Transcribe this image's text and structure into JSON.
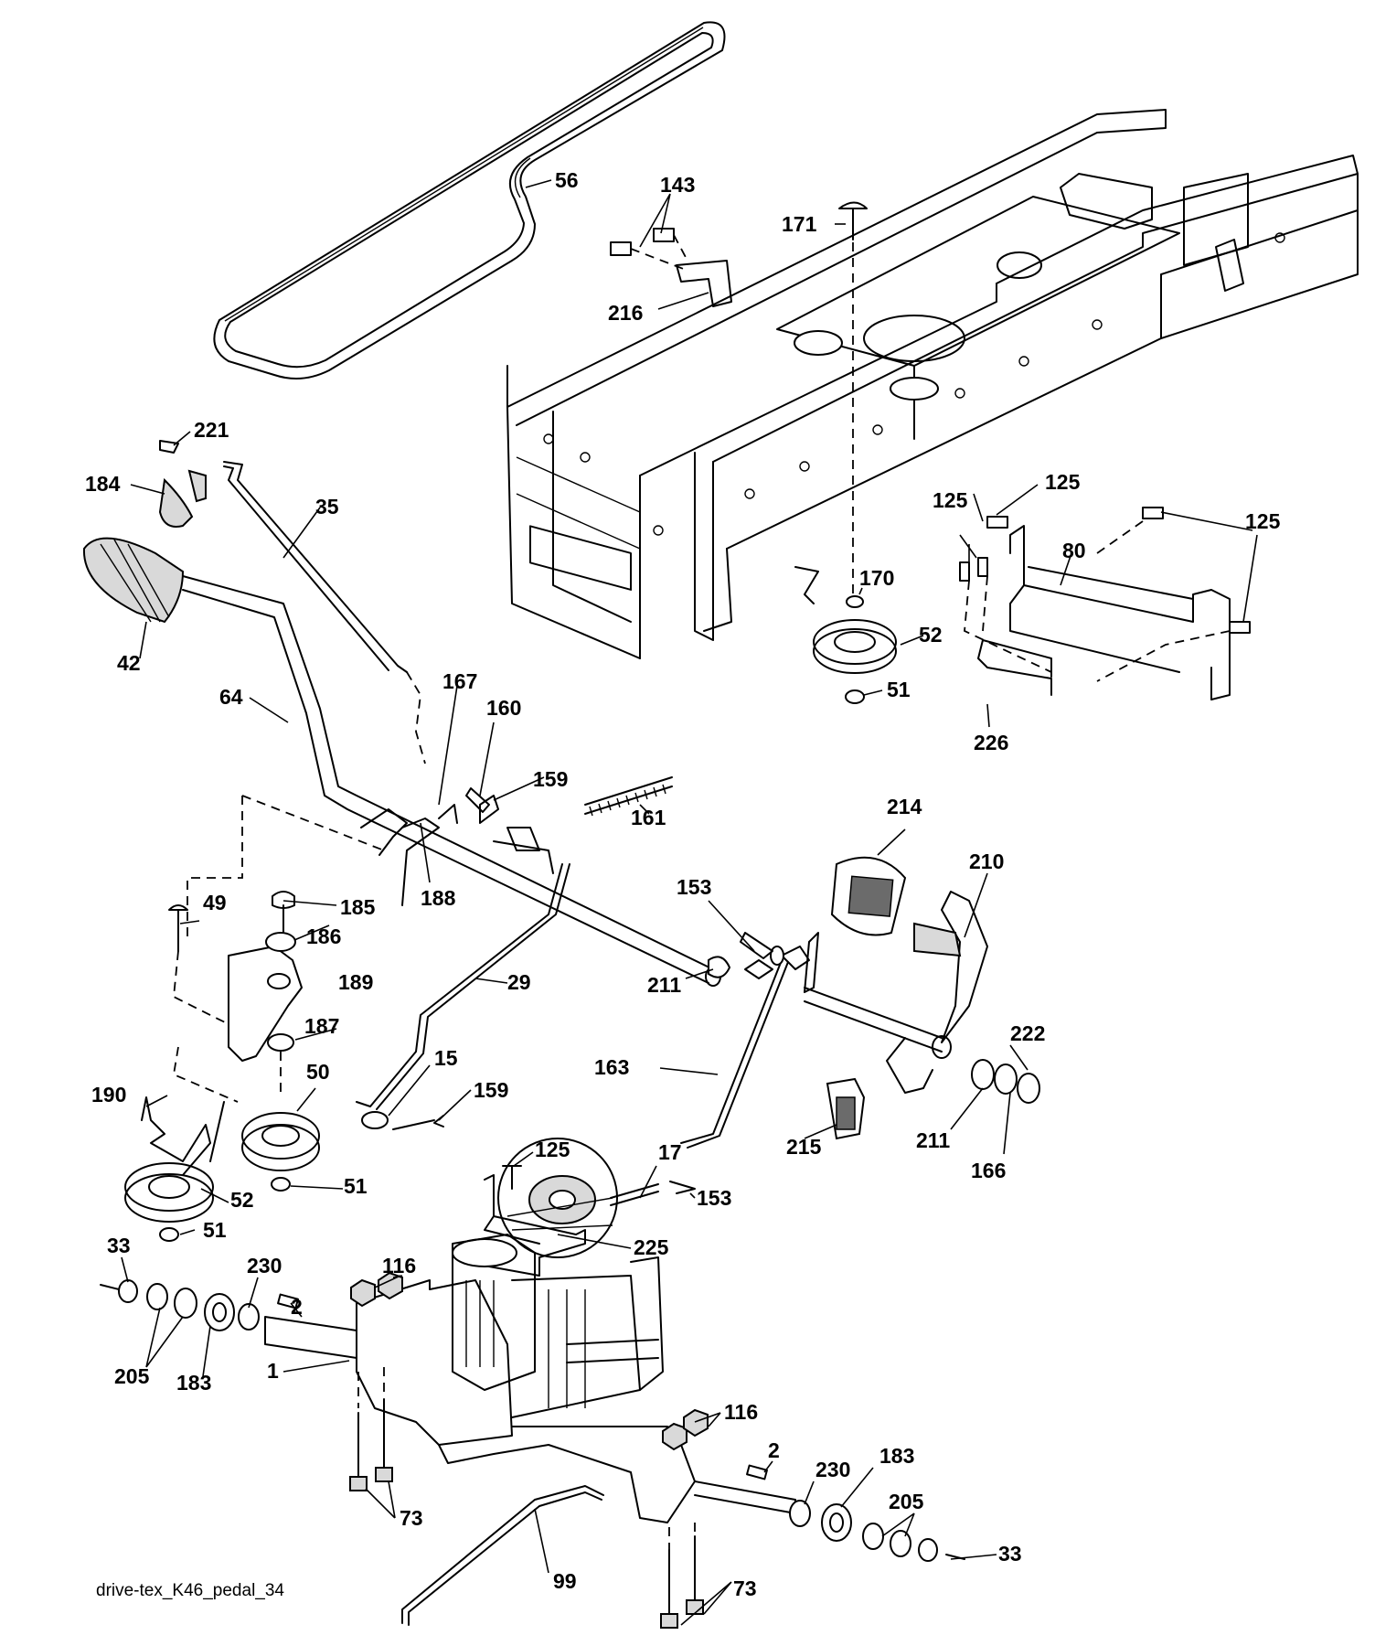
{
  "caption": "drive-tex_K46_pedal_34",
  "labels": [
    {
      "id": "l56",
      "text": "56"
    },
    {
      "id": "l143",
      "text": "143"
    },
    {
      "id": "l171",
      "text": "171"
    },
    {
      "id": "l216",
      "text": "216"
    },
    {
      "id": "l221",
      "text": "221"
    },
    {
      "id": "l184",
      "text": "184"
    },
    {
      "id": "l35",
      "text": "35"
    },
    {
      "id": "l42",
      "text": "42"
    },
    {
      "id": "l64",
      "text": "64"
    },
    {
      "id": "l167",
      "text": "167"
    },
    {
      "id": "l160",
      "text": "160"
    },
    {
      "id": "l159a",
      "text": "159"
    },
    {
      "id": "l161",
      "text": "161"
    },
    {
      "id": "l125a",
      "text": "125"
    },
    {
      "id": "l125b",
      "text": "125"
    },
    {
      "id": "l125c",
      "text": "125"
    },
    {
      "id": "l80",
      "text": "80"
    },
    {
      "id": "l170",
      "text": "170"
    },
    {
      "id": "l52a",
      "text": "52"
    },
    {
      "id": "l51a",
      "text": "51"
    },
    {
      "id": "l226",
      "text": "226"
    },
    {
      "id": "l214",
      "text": "214"
    },
    {
      "id": "l210",
      "text": "210"
    },
    {
      "id": "l153a",
      "text": "153"
    },
    {
      "id": "l188",
      "text": "188"
    },
    {
      "id": "l185",
      "text": "185"
    },
    {
      "id": "l49",
      "text": "49"
    },
    {
      "id": "l186",
      "text": "186"
    },
    {
      "id": "l189",
      "text": "189"
    },
    {
      "id": "l29",
      "text": "29"
    },
    {
      "id": "l211a",
      "text": "211"
    },
    {
      "id": "l187",
      "text": "187"
    },
    {
      "id": "l50",
      "text": "50"
    },
    {
      "id": "l15",
      "text": "15"
    },
    {
      "id": "l159b",
      "text": "159"
    },
    {
      "id": "l163",
      "text": "163"
    },
    {
      "id": "l222",
      "text": "222"
    },
    {
      "id": "l190",
      "text": "190"
    },
    {
      "id": "l215",
      "text": "215"
    },
    {
      "id": "l211b",
      "text": "211"
    },
    {
      "id": "l166",
      "text": "166"
    },
    {
      "id": "l52b",
      "text": "52"
    },
    {
      "id": "l51b",
      "text": "51"
    },
    {
      "id": "l51c",
      "text": "51"
    },
    {
      "id": "l125d",
      "text": "125"
    },
    {
      "id": "l17",
      "text": "17"
    },
    {
      "id": "l153b",
      "text": "153"
    },
    {
      "id": "l225",
      "text": "225"
    },
    {
      "id": "l33a",
      "text": "33"
    },
    {
      "id": "l230a",
      "text": "230"
    },
    {
      "id": "l2a",
      "text": "2"
    },
    {
      "id": "l116a",
      "text": "116"
    },
    {
      "id": "l205a",
      "text": "205"
    },
    {
      "id": "l183a",
      "text": "183"
    },
    {
      "id": "l1",
      "text": "1"
    },
    {
      "id": "l116b",
      "text": "116"
    },
    {
      "id": "l2b",
      "text": "2"
    },
    {
      "id": "l230b",
      "text": "230"
    },
    {
      "id": "l183b",
      "text": "183"
    },
    {
      "id": "l205b",
      "text": "205"
    },
    {
      "id": "l73a",
      "text": "73"
    },
    {
      "id": "l33b",
      "text": "33"
    },
    {
      "id": "l99",
      "text": "99"
    },
    {
      "id": "l73b",
      "text": "73"
    }
  ]
}
